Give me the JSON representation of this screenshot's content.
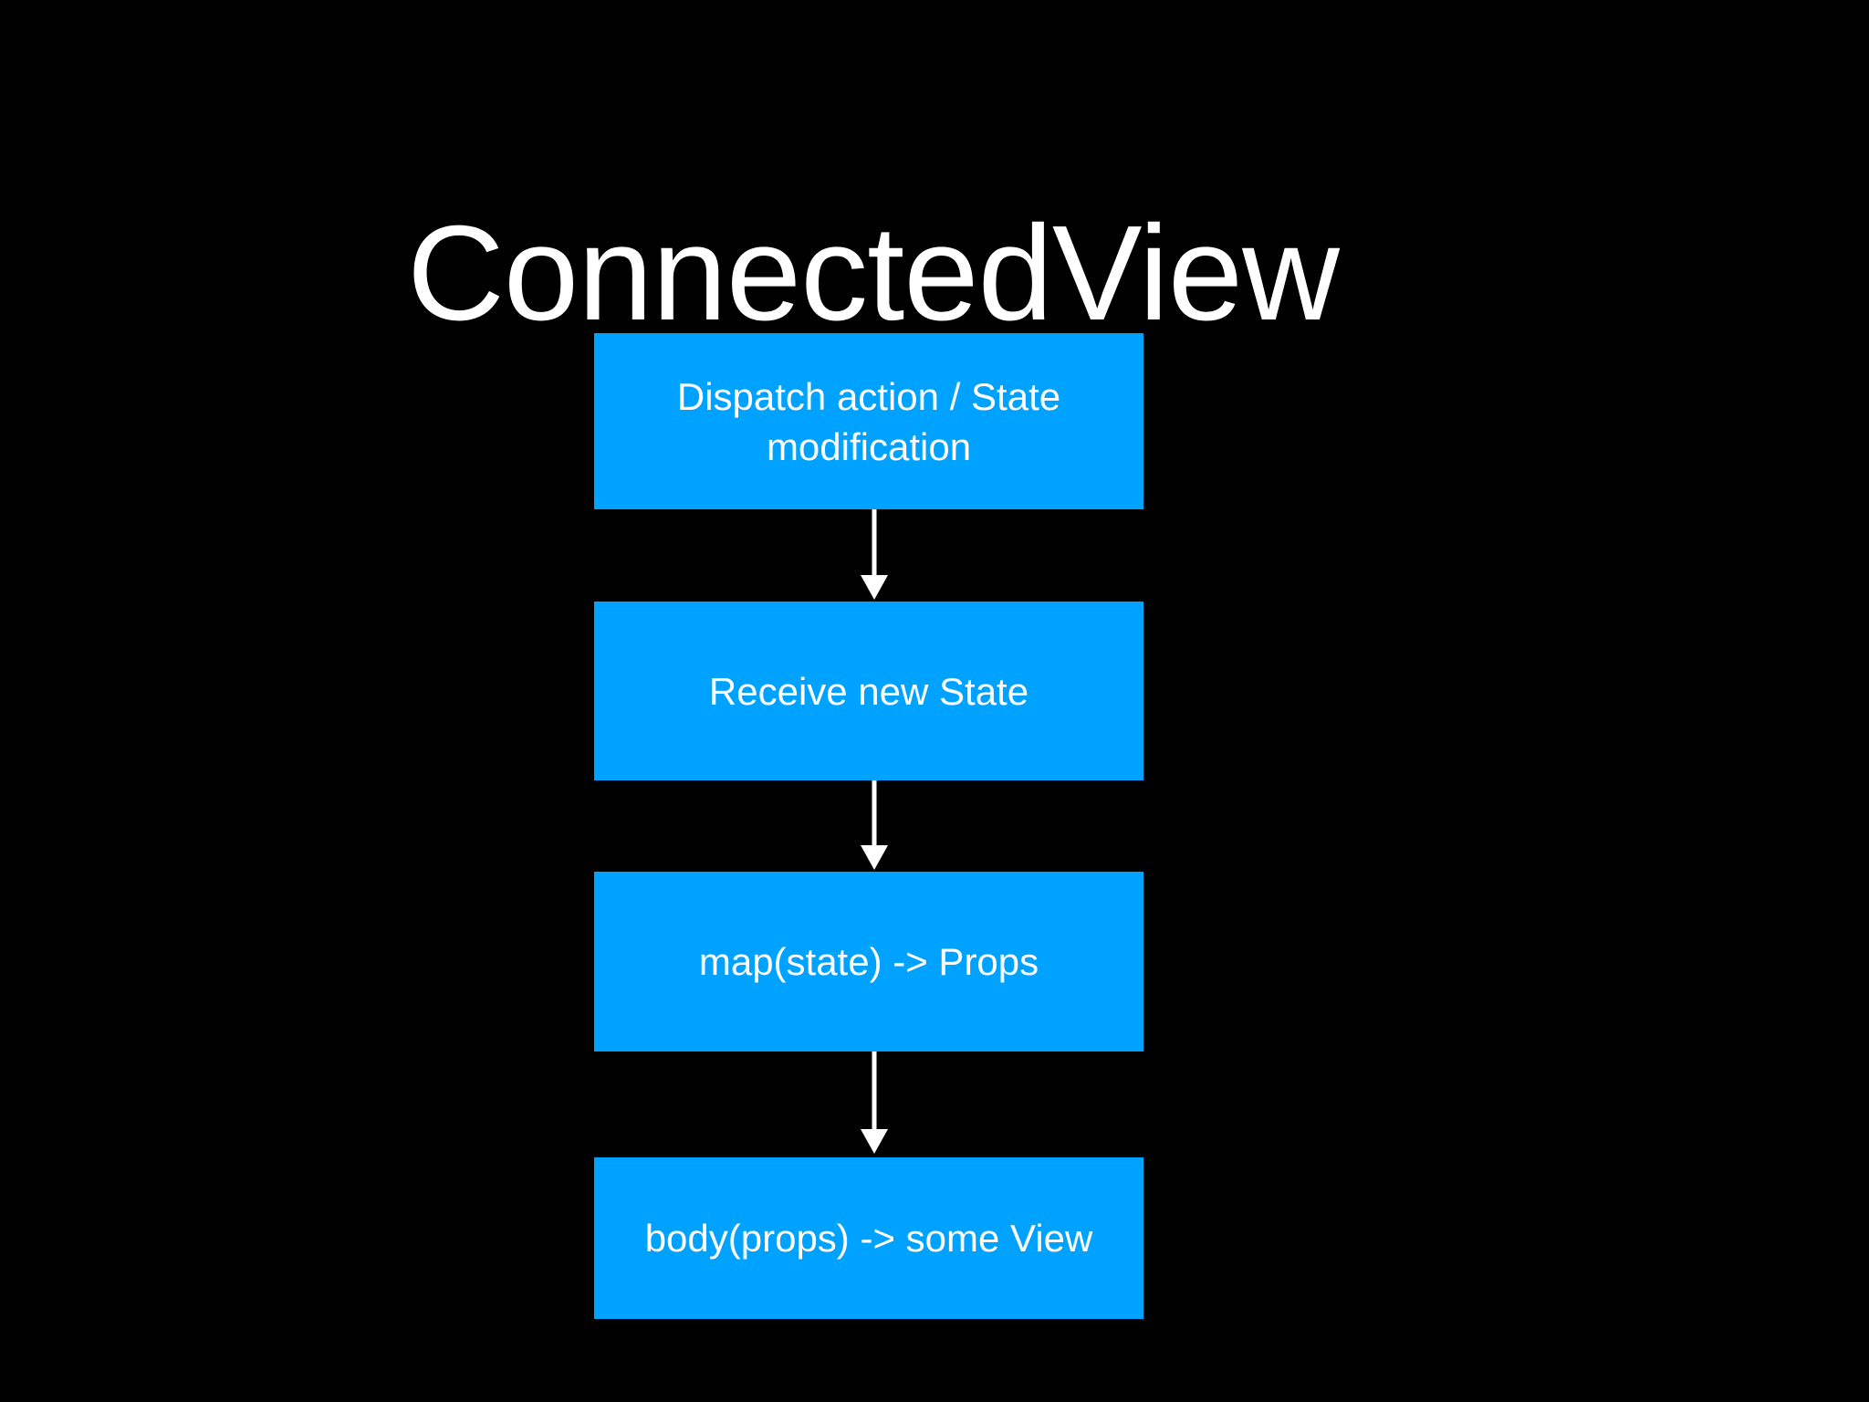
{
  "slide": {
    "background_color": "#000000",
    "title": "ConnectedView"
  },
  "theme": {
    "accent_color": "#00a2ff",
    "text_color": "#ffffff",
    "arrow_color": "#ffffff"
  },
  "diagram": {
    "type": "vertical-flowchart",
    "nodes": [
      {
        "id": "dispatch",
        "label": "Dispatch action / State\nmodification"
      },
      {
        "id": "receive",
        "label": "Receive new State"
      },
      {
        "id": "map",
        "label": "map(state) -> Props"
      },
      {
        "id": "body",
        "label": "body(props) -> some View"
      }
    ],
    "connectors": [
      {
        "id": "arrow-1",
        "icon": "arrow-down-icon",
        "from": "dispatch",
        "to": "receive"
      },
      {
        "id": "arrow-2",
        "icon": "arrow-down-icon",
        "from": "receive",
        "to": "map"
      },
      {
        "id": "arrow-3",
        "icon": "arrow-down-icon",
        "from": "map",
        "to": "body"
      }
    ]
  }
}
